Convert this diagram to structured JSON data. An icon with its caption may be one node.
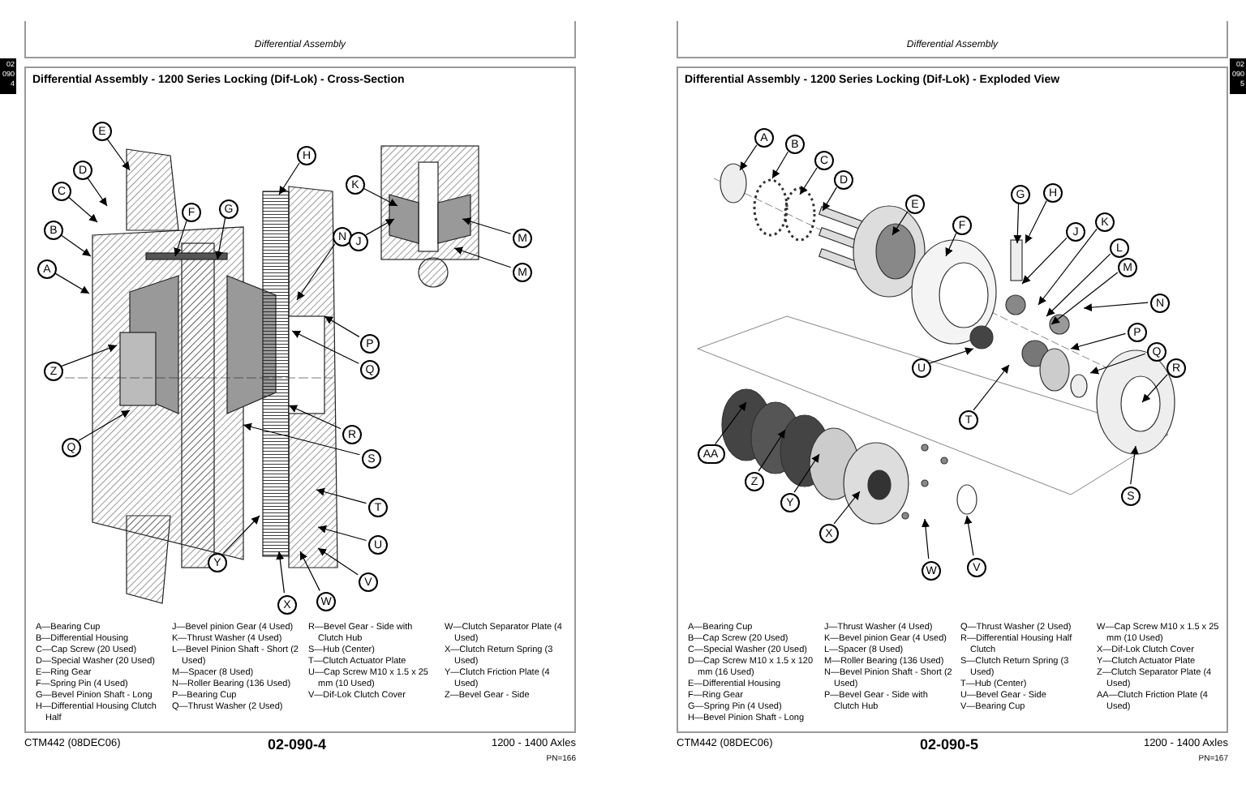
{
  "diagram": {
    "nodes": [
      {
        "text": [
          "Differential Assembly"
        ]
      },
      {
        "text": [
          "Differential Assembly - 1200 Series Locking (Dif-Lok) - Cross-Section"
        ]
      },
      {
        "text": [
          "E"
        ],
        "in": 1
      },
      {
        "text": [
          "H"
        ],
        "in": 1
      },
      {
        "text": [
          "D"
        ],
        "in": 1
      },
      {
        "text": [
          "K"
        ],
        "in": 1
      },
      {
        "text": [
          "C"
        ],
        "in": 1
      },
      {
        "text": [
          "F"
        ],
        "in": 1
      },
      {
        "text": [
          "G"
        ],
        "in": 1
      },
      {
        "text": [
          "B"
        ],
        "in": 1
      },
      {
        "text": [
          "N"
        ],
        "in": 1
      },
      {
        "text": [
          "J"
        ],
        "in": 1
      },
      {
        "text": [
          "M"
        ],
        "in": 1
      },
      {
        "text": [
          "M"
        ],
        "in": 1
      },
      {
        "text": [
          "A"
        ],
        "in": 1
      },
      {
        "text": [
          "P"
        ],
        "in": 1
      },
      {
        "text": [
          "Z"
        ],
        "in": 1
      },
      {
        "text": [
          "Q"
        ],
        "in": 1
      },
      {
        "text": [
          "R"
        ],
        "in": 1
      },
      {
        "text": [
          "Q"
        ],
        "in": 1
      },
      {
        "text": [
          "S"
        ],
        "in": 1
      },
      {
        "text": [
          "T"
        ],
        "in": 1
      },
      {
        "text": [
          "Y"
        ],
        "in": 1
      },
      {
        "text": [
          "U"
        ],
        "in": 1
      },
      {
        "text": [
          "V"
        ],
        "in": 1
      },
      {
        "text": [
          "W"
        ],
        "in": 1
      },
      {
        "text": [
          "X"
        ],
        "in": 1
      },
      {
        "text": [
          "Differential Assembly"
        ]
      },
      {
        "text": [
          "Differential Assembly - 1200 Series Locking (Dif-Lok) - Exploded View"
        ]
      },
      {
        "text": [
          "A"
        ],
        "in": 28
      },
      {
        "text": [
          "B"
        ],
        "in": 28
      },
      {
        "text": [
          "C"
        ],
        "in": 28
      },
      {
        "text": [
          "D"
        ],
        "in": 28
      },
      {
        "text": [
          "E"
        ],
        "in": 28
      },
      {
        "text": [
          "F"
        ],
        "in": 28
      },
      {
        "text": [
          "G"
        ],
        "in": 28
      },
      {
        "text": [
          "H"
        ],
        "in": 28
      },
      {
        "text": [
          "J"
        ],
        "in": 28
      },
      {
        "text": [
          "K"
        ],
        "in": 28
      },
      {
        "text": [
          "L"
        ],
        "in": 28
      },
      {
        "text": [
          "M"
        ],
        "in": 28
      },
      {
        "text": [
          "N"
        ],
        "in": 28
      },
      {
        "text": [
          "P"
        ],
        "in": 28
      },
      {
        "text": [
          "Q"
        ],
        "in": 28
      },
      {
        "text": [
          "R"
        ],
        "in": 28
      },
      {
        "text": [
          "U"
        ],
        "in": 28
      },
      {
        "text": [
          "T"
        ],
        "in": 28
      },
      {
        "text": [
          "S"
        ],
        "in": 28
      },
      {
        "text": [
          "AA"
        ],
        "in": 28
      },
      {
        "text": [
          "Z"
        ],
        "in": 28
      },
      {
        "text": [
          "Y"
        ],
        "in": 28
      },
      {
        "text": [
          "X"
        ],
        "in": 28
      },
      {
        "text": [
          "W"
        ],
        "in": 28
      },
      {
        "text": [
          "V"
        ],
        "in": 28
      }
    ],
    "edges": [
      {
        "from": 2,
        "to": null,
        "arrow": "to"
      },
      {
        "from": 3,
        "to": null,
        "arrow": "to"
      },
      {
        "from": 4,
        "to": null,
        "arrow": "to"
      },
      {
        "from": 5,
        "to": null,
        "arrow": "to"
      },
      {
        "from": 6,
        "to": null,
        "arrow": "to"
      },
      {
        "from": 7,
        "to": null,
        "arrow": "to"
      },
      {
        "from": 8,
        "to": null,
        "arrow": "to"
      },
      {
        "from": 9,
        "to": null,
        "arrow": "to"
      },
      {
        "from": 10,
        "to": null,
        "arrow": "to"
      },
      {
        "from": 11,
        "to": null,
        "arrow": "to"
      },
      {
        "from": 12,
        "to": null,
        "arrow": "to"
      },
      {
        "from": 13,
        "to": null,
        "arrow": "to"
      },
      {
        "from": 14,
        "to": null,
        "arrow": "to"
      },
      {
        "from": 15,
        "to": null,
        "arrow": "to"
      },
      {
        "from": 16,
        "to": null,
        "arrow": "to"
      },
      {
        "from": 17,
        "to": null,
        "arrow": "to"
      },
      {
        "from": 18,
        "to": null,
        "arrow": "to"
      },
      {
        "from": 19,
        "to": null,
        "arrow": "to"
      },
      {
        "from": 20,
        "to": null,
        "arrow": "to"
      },
      {
        "from": 21,
        "to": null,
        "arrow": "to"
      },
      {
        "from": 22,
        "to": null,
        "arrow": "to"
      },
      {
        "from": 23,
        "to": null,
        "arrow": "to"
      },
      {
        "from": 24,
        "to": null,
        "arrow": "to"
      },
      {
        "from": 25,
        "to": null,
        "arrow": "to"
      },
      {
        "from": 26,
        "to": null,
        "arrow": "to"
      },
      {
        "from": 29,
        "to": null,
        "arrow": "to"
      },
      {
        "from": 30,
        "to": null,
        "arrow": "to"
      },
      {
        "from": 31,
        "to": null,
        "arrow": "to"
      },
      {
        "from": 32,
        "to": null,
        "arrow": "to"
      },
      {
        "from": 33,
        "to": null,
        "arrow": "to"
      },
      {
        "from": 34,
        "to": null,
        "arrow": "to"
      },
      {
        "from": 35,
        "to": null,
        "arrow": "to"
      },
      {
        "from": 36,
        "to": null,
        "arrow": "to"
      },
      {
        "from": 37,
        "to": null,
        "arrow": "to"
      },
      {
        "from": 38,
        "to": null,
        "arrow": "to"
      },
      {
        "from": 39,
        "to": null,
        "arrow": "to"
      },
      {
        "from": 40,
        "to": null,
        "arrow": "to"
      },
      {
        "from": 41,
        "to": null,
        "arrow": "to"
      },
      {
        "from": 42,
        "to": null,
        "arrow": "to"
      },
      {
        "from": 43,
        "to": null,
        "arrow": "to"
      },
      {
        "from": 44,
        "to": null,
        "arrow": "to"
      },
      {
        "from": 45,
        "to": null,
        "arrow": "to"
      },
      {
        "from": 46,
        "to": null,
        "arrow": "to"
      },
      {
        "from": 47,
        "to": null,
        "arrow": "to"
      },
      {
        "from": 48,
        "to": null,
        "arrow": "to"
      },
      {
        "from": 49,
        "to": null,
        "arrow": "to"
      },
      {
        "from": 50,
        "to": null,
        "arrow": "to"
      },
      {
        "from": 51,
        "to": null,
        "arrow": "to"
      },
      {
        "from": 52,
        "to": null,
        "arrow": "to"
      },
      {
        "from": 53,
        "to": null,
        "arrow": "to"
      }
    ],
    "labels": [
      "02 090 4",
      "A—Bearing Cup",
      "B—Differential Housing",
      "C—Cap Screw (20 Used)",
      "D—Special Washer (20 Used)",
      "E—Ring Gear",
      "F—Spring Pin (4 Used)",
      "G—Bevel Pinion Shaft - Long",
      "H—Differential Housing Clutch Half",
      "J—Bevel pinion Gear (4 Used)",
      "K—Thrust Washer (4 Used)",
      "L—Bevel Pinion Shaft - Short (2 Used)",
      "M—Spacer (8 Used)",
      "N—Roller Bearing (136 Used)",
      "P—Bearing Cup",
      "Q—Thrust Washer (2 Used)",
      "R—Bevel Gear - Side with Clutch Hub",
      "S—Hub (Center)",
      "T—Clutch Actuator Plate",
      "U—Cap Screw M10 x 1.5 x 25 mm (10 Used)",
      "V—Dif-Lok Clutch Cover",
      "W—Clutch Separator Plate (4 Used)",
      "X—Clutch Return Spring (3 Used)",
      "Y—Clutch Friction Plate (4 Used)",
      "Z—Bevel Gear - Side",
      "CTM442 (08DEC06)",
      "02-090-4",
      "1200 - 1400 Axles",
      "PN=166",
      "02 090 5",
      "A—Bearing Cup",
      "B—Cap Screw (20 Used)",
      "C—Special Washer (20 Used)",
      "D—Cap Screw M10 x 1.5 x 120 mm (16 Used)",
      "E—Differential Housing",
      "F—Ring Gear",
      "G—Spring Pin (4 Used)",
      "H—Bevel Pinion Shaft - Long",
      "J—Thrust Washer (4 Used)",
      "K—Bevel pinion Gear (4 Used)",
      "L—Spacer (8 Used)",
      "M—Roller Bearing (136 Used)",
      "N—Bevel Pinion Shaft - Short (2 Used)",
      "P—Bevel Gear - Side with Clutch Hub",
      "Q—Thrust Washer (2 Used)",
      "R—Differential Housing Half Clutch",
      "S—Clutch Return Spring (3 Used)",
      "T—Hub (Center)",
      "U—Bevel Gear - Side",
      "V—Bearing Cup",
      "W—Cap Screw M10 x 1.5 x 25 mm (10 Used)",
      "X—Dif-Lok Clutch Cover",
      "Y—Clutch Actuator Plate",
      "Z—Clutch Separator Plate (4 Used)",
      "AA—Clutch Friction Plate (4 Used)",
      "CTM442 (08DEC06)",
      "02-090-5",
      "1200 - 1400 Axles",
      "PN=167"
    ]
  }
}
